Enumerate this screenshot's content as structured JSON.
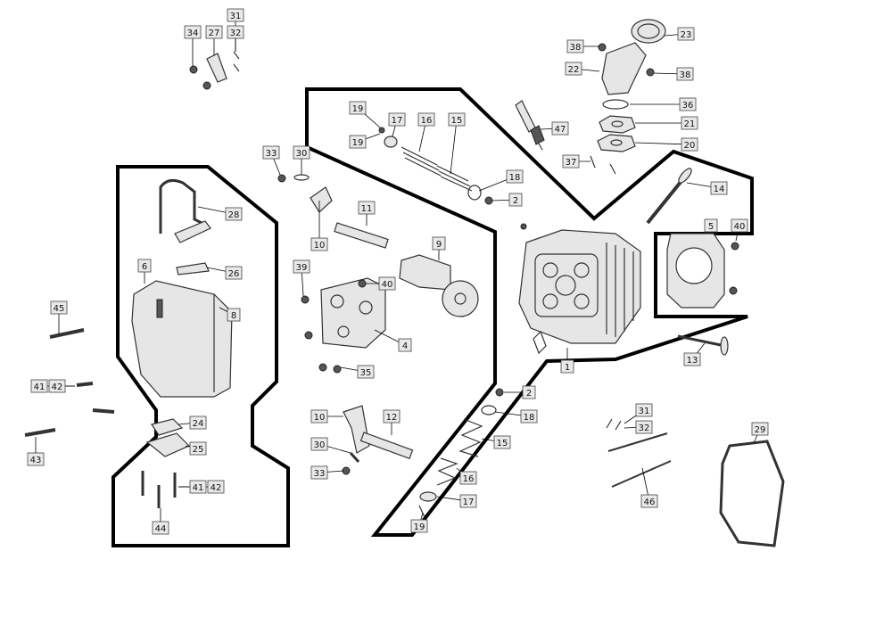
{
  "callouts": [
    {
      "id": "c23",
      "n": "23"
    },
    {
      "id": "c38a",
      "n": "38"
    },
    {
      "id": "c22",
      "n": "22"
    },
    {
      "id": "c38b",
      "n": "38"
    },
    {
      "id": "c36",
      "n": "36"
    },
    {
      "id": "c21",
      "n": "21"
    },
    {
      "id": "c20",
      "n": "20"
    },
    {
      "id": "c37",
      "n": "37"
    },
    {
      "id": "c47",
      "n": "47"
    },
    {
      "id": "c14",
      "n": "14"
    },
    {
      "id": "c5",
      "n": "5"
    },
    {
      "id": "c40a",
      "n": "40"
    },
    {
      "id": "c13",
      "n": "13"
    },
    {
      "id": "c1",
      "n": "1"
    },
    {
      "id": "c31a",
      "n": "31"
    },
    {
      "id": "c34",
      "n": "34"
    },
    {
      "id": "c27",
      "n": "27"
    },
    {
      "id": "c32a",
      "n": "32"
    },
    {
      "id": "c19a",
      "n": "19"
    },
    {
      "id": "c19b",
      "n": "19"
    },
    {
      "id": "c17a",
      "n": "17"
    },
    {
      "id": "c16a",
      "n": "16"
    },
    {
      "id": "c15a",
      "n": "15"
    },
    {
      "id": "c18a",
      "n": "18"
    },
    {
      "id": "c2a",
      "n": "2"
    },
    {
      "id": "c33a",
      "n": "33"
    },
    {
      "id": "c30a",
      "n": "30"
    },
    {
      "id": "c28",
      "n": "28"
    },
    {
      "id": "c11",
      "n": "11"
    },
    {
      "id": "c10a",
      "n": "10"
    },
    {
      "id": "c9",
      "n": "9"
    },
    {
      "id": "c6",
      "n": "6"
    },
    {
      "id": "c26",
      "n": "26"
    },
    {
      "id": "c39",
      "n": "39"
    },
    {
      "id": "c40b",
      "n": "40"
    },
    {
      "id": "c8",
      "n": "8"
    },
    {
      "id": "c45",
      "n": "45"
    },
    {
      "id": "c4",
      "n": "4"
    },
    {
      "id": "c35",
      "n": "35"
    },
    {
      "id": "c41a",
      "n": "41"
    },
    {
      "id": "c42a",
      "n": "42"
    },
    {
      "id": "c2b",
      "n": "2"
    },
    {
      "id": "c18b",
      "n": "18"
    },
    {
      "id": "c10b",
      "n": "10"
    },
    {
      "id": "c12",
      "n": "12"
    },
    {
      "id": "c24",
      "n": "24"
    },
    {
      "id": "c15b",
      "n": "15"
    },
    {
      "id": "c30b",
      "n": "30"
    },
    {
      "id": "c25",
      "n": "25"
    },
    {
      "id": "c43",
      "n": "43"
    },
    {
      "id": "c33b",
      "n": "33"
    },
    {
      "id": "c16b",
      "n": "16"
    },
    {
      "id": "c17b",
      "n": "17"
    },
    {
      "id": "c41b",
      "n": "41"
    },
    {
      "id": "c42b",
      "n": "42"
    },
    {
      "id": "c19c",
      "n": "19"
    },
    {
      "id": "c44",
      "n": "44"
    },
    {
      "id": "c31b",
      "n": "31"
    },
    {
      "id": "c32b",
      "n": "32"
    },
    {
      "id": "c29",
      "n": "29"
    },
    {
      "id": "c46",
      "n": "46"
    }
  ]
}
